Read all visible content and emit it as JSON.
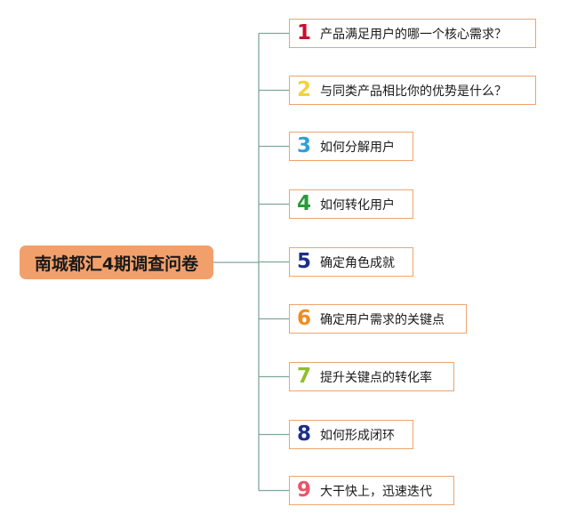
{
  "root": {
    "label": "南城都汇4期调查问卷"
  },
  "branches": [
    {
      "num": "1",
      "label": "产品满足用户的哪一个核心需求？",
      "color": "#c8102e"
    },
    {
      "num": "2",
      "label": "与同类产品相比你的优势是什么？",
      "color": "#f2d33b"
    },
    {
      "num": "3",
      "label": "如何分解用户",
      "color": "#2e9fd8"
    },
    {
      "num": "4",
      "label": "如何转化用户",
      "color": "#2a9a3a"
    },
    {
      "num": "5",
      "label": "确定角色成就",
      "color": "#1c2f8a"
    },
    {
      "num": "6",
      "label": "确定用户需求的关键点",
      "color": "#f28a1d"
    },
    {
      "num": "7",
      "label": "提升关键点的转化率",
      "color": "#8fbd2f"
    },
    {
      "num": "8",
      "label": "如何形成闭环",
      "color": "#1c2f8a"
    },
    {
      "num": "9",
      "label": "大干快上，迅速迭代",
      "color": "#e8556b"
    }
  ],
  "connector_color": "#7fa79a"
}
